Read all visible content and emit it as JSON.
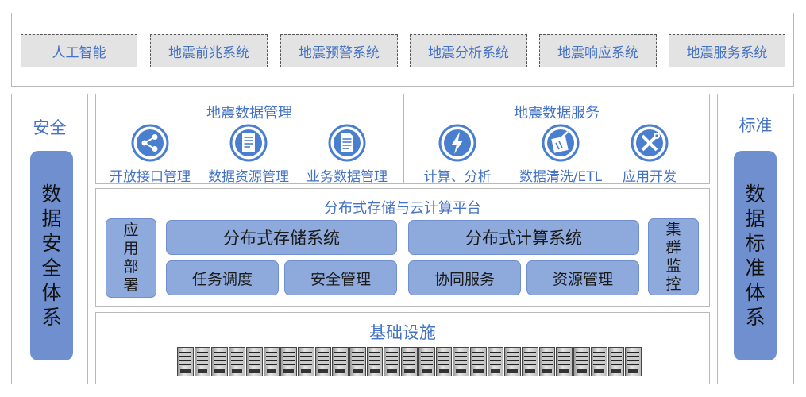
{
  "top_systems": [
    "人工智能",
    "地震前兆系统",
    "地震预警系统",
    "地震分析系统",
    "地震响应系统",
    "地震服务系统"
  ],
  "left": {
    "title": "安全",
    "bar_chars": [
      "数",
      "据",
      "安",
      "全",
      "体",
      "系"
    ]
  },
  "right": {
    "title": "标准",
    "bar_chars": [
      "数",
      "据",
      "标",
      "准",
      "体",
      "系"
    ]
  },
  "data_management": {
    "title": "地震数据管理",
    "items": [
      {
        "label": "开放接口管理",
        "icon": "share-icon"
      },
      {
        "label": "数据资源管理",
        "icon": "document-icon"
      },
      {
        "label": "业务数据管理",
        "icon": "document-icon"
      }
    ]
  },
  "data_service": {
    "title": "地震数据服务",
    "items": [
      {
        "label": "计算、分析",
        "icon": "lightning-icon"
      },
      {
        "label": "数据清洗/ETL",
        "icon": "clean-icon"
      },
      {
        "label": "应用开发",
        "icon": "tools-icon"
      }
    ]
  },
  "platform": {
    "title": "分布式存储与云计算平台",
    "app_deploy_chars": [
      "应",
      "用",
      "部",
      "署"
    ],
    "cluster_chars": [
      "集",
      "群",
      "监",
      "控"
    ],
    "storage": "分布式存储系统",
    "compute": "分布式计算系统",
    "task_scheduling": "任务调度",
    "security_mgmt": "安全管理",
    "collab_service": "协同服务",
    "resource_mgmt": "资源管理"
  },
  "infrastructure": {
    "title": "基础设施",
    "server_count": 27
  },
  "colors": {
    "accent": "#4472c4",
    "bar": "#6f8fce",
    "pill": "#8ea9db",
    "dashed_bg": "#e3e3e3"
  }
}
